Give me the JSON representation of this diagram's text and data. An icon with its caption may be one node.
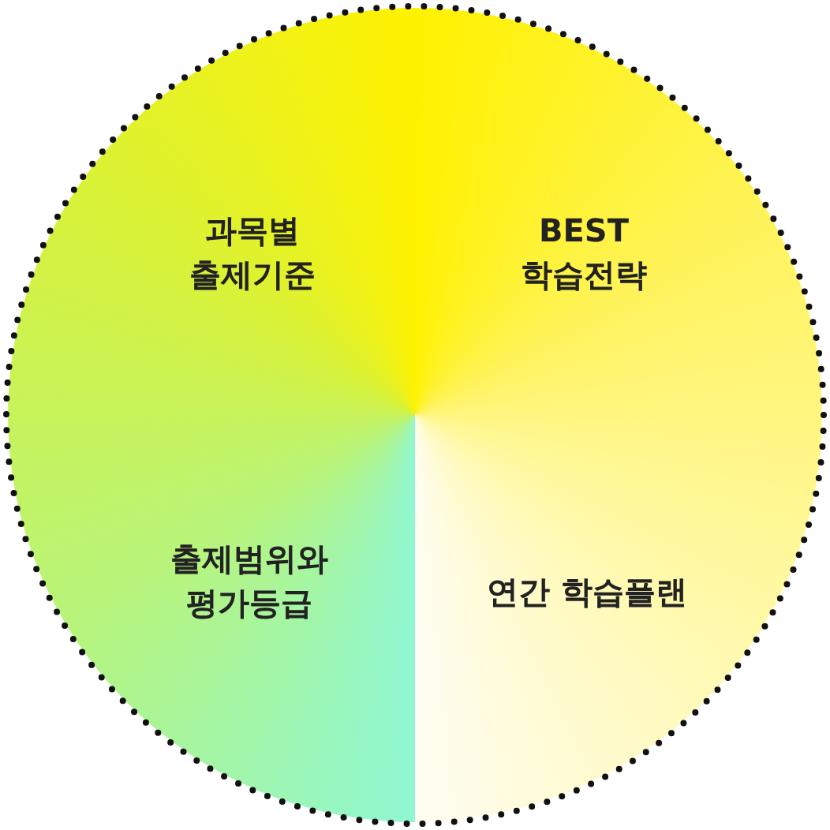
{
  "diagram": {
    "nodes": [
      {
        "text": [
          "과목별 출제기준"
        ]
      },
      {
        "text": [
          "BEST 학습전략"
        ]
      },
      {
        "text": [
          "출제범위와 평가등급"
        ]
      },
      {
        "text": [
          "연간 학습플랜"
        ]
      }
    ]
  }
}
